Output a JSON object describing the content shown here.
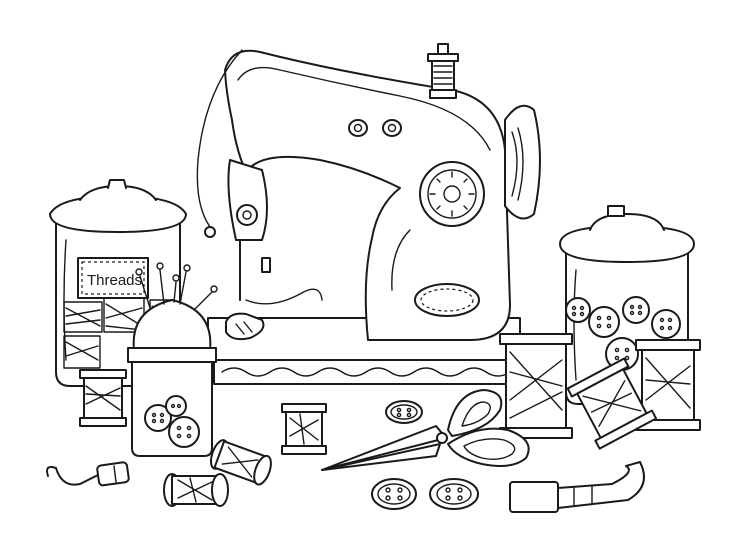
{
  "jar_label": "Threads",
  "colors": {
    "line": "#1a1a1a",
    "paper": "#ffffff"
  },
  "icons": [
    "sewing-machine",
    "thread-jar",
    "button-jar",
    "pincushion",
    "spool",
    "scissors",
    "button",
    "seam-ripper",
    "tape-measure"
  ]
}
